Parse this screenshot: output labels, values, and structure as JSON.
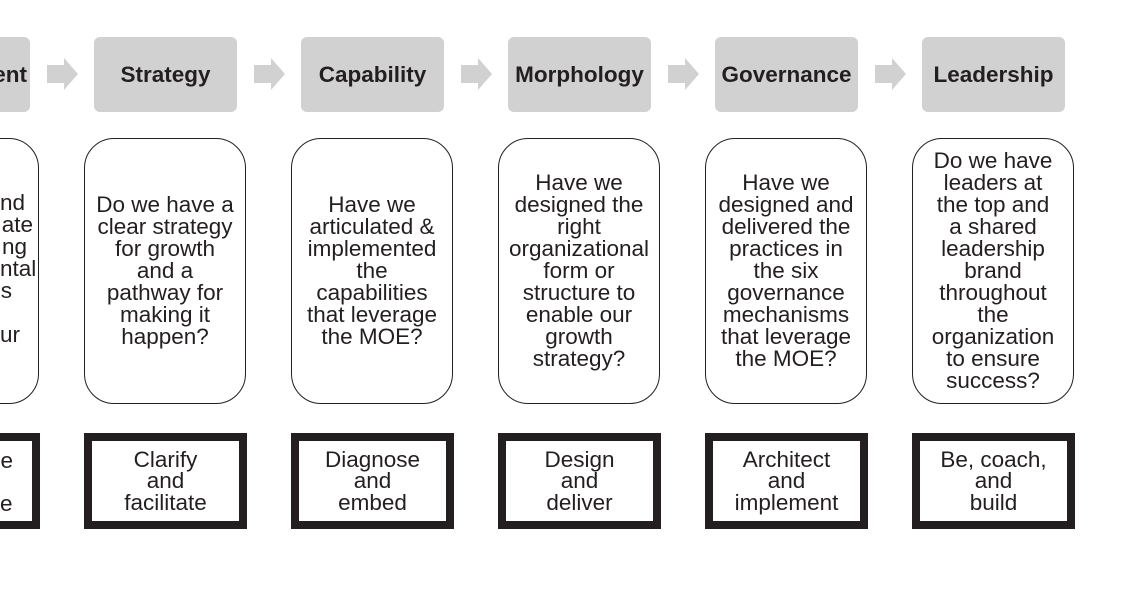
{
  "colors": {
    "header_fill": "#d1d1d2",
    "arrow_fill": "#d1d1d2",
    "ink": "#231f20",
    "background": "#ffffff"
  },
  "partial_column": {
    "header_fragment": "ent",
    "question_fragments": [
      "nd",
      "ate",
      "ng",
      "ntal",
      "s",
      "",
      "ur"
    ],
    "action_fragments": [
      "e",
      "",
      "e"
    ]
  },
  "arrows": [
    {
      "icon": "right-arrow-icon"
    },
    {
      "icon": "right-arrow-icon"
    },
    {
      "icon": "right-arrow-icon"
    },
    {
      "icon": "right-arrow-icon"
    },
    {
      "icon": "right-arrow-icon"
    }
  ],
  "columns": [
    {
      "header": "Strategy",
      "question": "Do we have a\nclear strategy\nfor growth\nand a\npathway for\nmaking it\nhappen?",
      "action": "Clarify\nand\nfacilitate"
    },
    {
      "header": "Capability",
      "question": "Have we\narticulated &\nimplemented\nthe\ncapabilities\nthat leverage\nthe MOE?",
      "action": "Diagnose\nand\nembed"
    },
    {
      "header": "Morphology",
      "question": "Have we\ndesigned the\nright\norganizational\nform or\nstructure to\nenable our\ngrowth\nstrategy?",
      "action": "Design\nand\ndeliver"
    },
    {
      "header": "Governance",
      "question": "Have we\ndesigned and\ndelivered the\npractices in\nthe six\ngovernance\nmechanisms\nthat leverage\nthe MOE?",
      "action": "Architect\nand\nimplement"
    },
    {
      "header": "Leadership",
      "question": "Do we have\nleaders at\nthe top and\na shared\nleadership\nbrand\nthroughout\nthe\norganization\nto ensure\nsuccess?",
      "action": "Be, coach,\nand\nbuild"
    }
  ]
}
